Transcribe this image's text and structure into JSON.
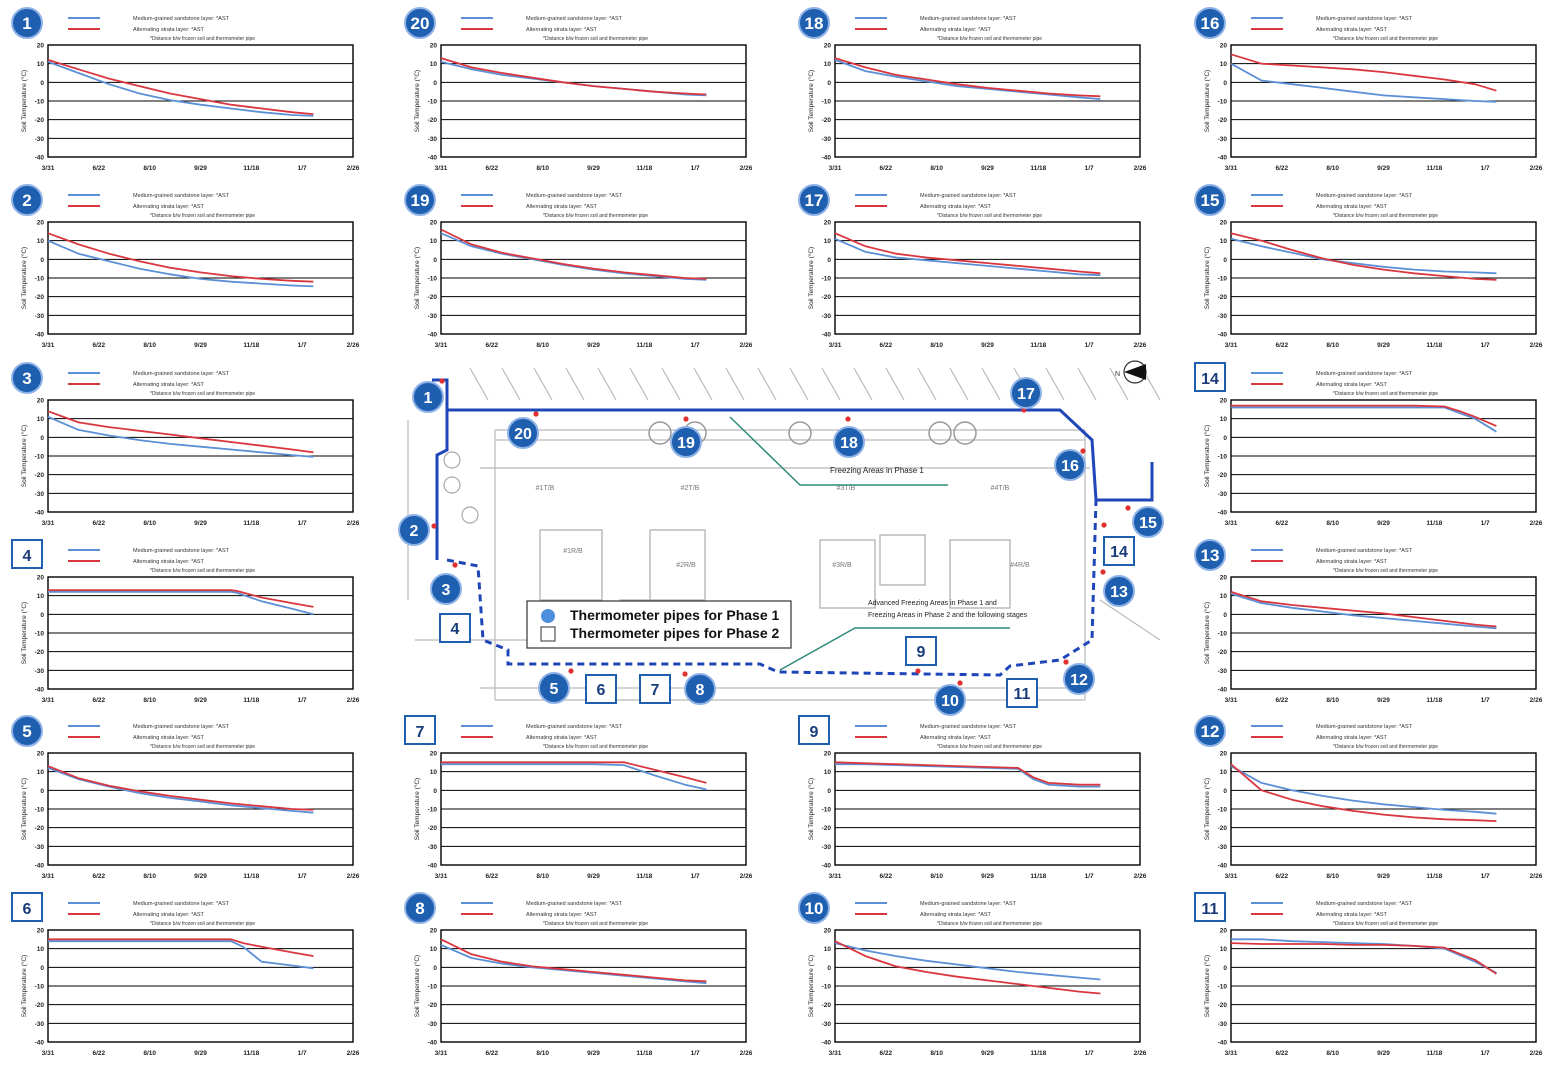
{
  "colors": {
    "series_blue": "#5b8fd6",
    "series_red": "#d9373f",
    "badge_blue": "#1f5fb0",
    "route_blue": "#1f46b8",
    "leader_green": "#2e8b7a",
    "grid": "#000000",
    "map_gray": "#b9b9b9"
  },
  "common": {
    "ylabel": "Soil Temperature (°C)",
    "yticks": [
      "20",
      "10",
      "0",
      "-10",
      "-20",
      "-30",
      "-40"
    ],
    "xticks": [
      "3/31",
      "6/22",
      "8/10",
      "9/29",
      "11/18",
      "1/7",
      "2/26"
    ],
    "legend_blue_text": "Medium-grained sandstone layer: *AST",
    "legend_red_text": "Alternating strata layer: *AST",
    "note_text": "*Distance b/w frozen soil and thermometer pipe"
  },
  "map": {
    "compass": "N",
    "area_phase1": "Freezing Areas in Phase 1",
    "area_phase2_line1": "Advanced Freezing Areas in Phase 1 and",
    "area_phase2_line2": "Freezing Areas in Phase 2 and the following stages",
    "legend_phase1": "Thermometer pipes for Phase 1",
    "legend_phase2": "Thermometer pipes for Phase 2",
    "building_labels": [
      "#1T/B",
      "#2T/B",
      "#3T/B",
      "#4T/B",
      "#1R/B",
      "#2R/B",
      "#3R/B",
      "#4R/B"
    ],
    "markers": [
      {
        "id": "1",
        "shape": "circle"
      },
      {
        "id": "2",
        "shape": "circle"
      },
      {
        "id": "3",
        "shape": "circle"
      },
      {
        "id": "4",
        "shape": "square"
      },
      {
        "id": "5",
        "shape": "circle"
      },
      {
        "id": "6",
        "shape": "square"
      },
      {
        "id": "7",
        "shape": "square"
      },
      {
        "id": "8",
        "shape": "circle"
      },
      {
        "id": "9",
        "shape": "square"
      },
      {
        "id": "10",
        "shape": "circle"
      },
      {
        "id": "11",
        "shape": "square"
      },
      {
        "id": "12",
        "shape": "circle"
      },
      {
        "id": "13",
        "shape": "circle"
      },
      {
        "id": "14",
        "shape": "square"
      },
      {
        "id": "15",
        "shape": "circle"
      },
      {
        "id": "16",
        "shape": "circle"
      },
      {
        "id": "17",
        "shape": "circle"
      },
      {
        "id": "18",
        "shape": "circle"
      },
      {
        "id": "19",
        "shape": "circle"
      },
      {
        "id": "20",
        "shape": "circle"
      }
    ]
  },
  "chart_data": [
    {
      "type": "line",
      "id": "1",
      "badge": "circle",
      "ylim": [
        -40,
        20
      ],
      "x": [
        0,
        0.1,
        0.2,
        0.3,
        0.4,
        0.5,
        0.6,
        0.7,
        0.8,
        0.87
      ],
      "series": [
        {
          "values": [
            11,
            5,
            -1,
            -6,
            -9.5,
            -12,
            -14,
            -16,
            -17.5,
            -18
          ]
        },
        {
          "values": [
            12,
            7,
            2,
            -2,
            -6,
            -9,
            -12,
            -14,
            -16,
            -17
          ]
        }
      ]
    },
    {
      "type": "line",
      "id": "20",
      "badge": "circle",
      "ylim": [
        -40,
        20
      ],
      "x": [
        0,
        0.1,
        0.2,
        0.3,
        0.4,
        0.5,
        0.6,
        0.7,
        0.8,
        0.87
      ],
      "series": [
        {
          "values": [
            11,
            7,
            4,
            2,
            0,
            -2,
            -3.5,
            -5,
            -6.5,
            -7
          ]
        },
        {
          "values": [
            13,
            8,
            5,
            2.5,
            0,
            -2,
            -3.5,
            -5,
            -6,
            -6.5
          ]
        }
      ]
    },
    {
      "type": "line",
      "id": "18",
      "badge": "circle",
      "ylim": [
        -40,
        20
      ],
      "x": [
        0,
        0.1,
        0.2,
        0.3,
        0.4,
        0.5,
        0.6,
        0.7,
        0.8,
        0.87
      ],
      "series": [
        {
          "values": [
            12,
            6,
            3,
            0.5,
            -2,
            -3.5,
            -5,
            -6.5,
            -8,
            -9
          ]
        },
        {
          "values": [
            13,
            8,
            4,
            1.5,
            -1,
            -3,
            -4.5,
            -6,
            -7,
            -7.5
          ]
        }
      ]
    },
    {
      "type": "line",
      "id": "16",
      "badge": "circle",
      "ylim": [
        -40,
        20
      ],
      "x": [
        0,
        0.1,
        0.2,
        0.3,
        0.4,
        0.5,
        0.6,
        0.7,
        0.8,
        0.87
      ],
      "series": [
        {
          "values": [
            10,
            1,
            -1,
            -3,
            -5,
            -7,
            -8,
            -9,
            -10,
            -10.5
          ]
        },
        {
          "values": [
            15,
            10,
            9,
            8,
            7,
            5.5,
            3.5,
            1.5,
            -1,
            -4.5
          ]
        }
      ]
    },
    {
      "type": "line",
      "id": "2",
      "badge": "circle",
      "ylim": [
        -40,
        20
      ],
      "x": [
        0,
        0.1,
        0.2,
        0.3,
        0.4,
        0.5,
        0.6,
        0.7,
        0.8,
        0.87
      ],
      "series": [
        {
          "values": [
            10,
            3,
            -1,
            -5,
            -8,
            -10.5,
            -12,
            -13,
            -14,
            -14.5
          ]
        },
        {
          "values": [
            14,
            8,
            3,
            -1,
            -4.5,
            -7,
            -9,
            -10.5,
            -11.5,
            -12
          ]
        }
      ]
    },
    {
      "type": "line",
      "id": "19",
      "badge": "circle",
      "ylim": [
        -40,
        20
      ],
      "x": [
        0,
        0.1,
        0.2,
        0.3,
        0.4,
        0.5,
        0.6,
        0.7,
        0.8,
        0.87
      ],
      "series": [
        {
          "values": [
            14,
            7,
            3,
            0,
            -3,
            -5.5,
            -7.5,
            -9,
            -10.5,
            -11
          ]
        },
        {
          "values": [
            16,
            8,
            3.5,
            0.5,
            -2.5,
            -5,
            -7,
            -8.5,
            -10,
            -10.5
          ]
        }
      ]
    },
    {
      "type": "line",
      "id": "17",
      "badge": "circle",
      "ylim": [
        -40,
        20
      ],
      "x": [
        0,
        0.1,
        0.2,
        0.3,
        0.4,
        0.5,
        0.6,
        0.7,
        0.8,
        0.87
      ],
      "series": [
        {
          "values": [
            11,
            4,
            1,
            -0.5,
            -2,
            -3.5,
            -5,
            -6.5,
            -8,
            -8.5
          ]
        },
        {
          "values": [
            14,
            7,
            3,
            1,
            -0.5,
            -2,
            -3.5,
            -5,
            -6.5,
            -7.5
          ]
        }
      ]
    },
    {
      "type": "line",
      "id": "15",
      "badge": "circle",
      "ylim": [
        -40,
        20
      ],
      "x": [
        0,
        0.1,
        0.2,
        0.3,
        0.4,
        0.5,
        0.6,
        0.7,
        0.8,
        0.87
      ],
      "series": [
        {
          "values": [
            11,
            7,
            3.5,
            0,
            -2,
            -4,
            -5.5,
            -6.5,
            -7,
            -7.5
          ]
        },
        {
          "values": [
            14,
            10,
            5,
            0.5,
            -3,
            -5.5,
            -7.5,
            -9,
            -10.5,
            -11
          ]
        }
      ]
    },
    {
      "type": "line",
      "id": "3",
      "badge": "circle",
      "ylim": [
        -40,
        20
      ],
      "x": [
        0,
        0.1,
        0.2,
        0.3,
        0.4,
        0.5,
        0.6,
        0.7,
        0.8,
        0.87
      ],
      "series": [
        {
          "values": [
            11,
            4,
            1,
            -1.5,
            -3.5,
            -5,
            -6.5,
            -8,
            -9.5,
            -10.5
          ]
        },
        {
          "values": [
            14,
            8,
            5.5,
            3.5,
            1.5,
            -0.5,
            -2.5,
            -4.5,
            -6.5,
            -8
          ]
        }
      ]
    },
    {
      "type": "line",
      "id": "14",
      "badge": "square",
      "ylim": [
        -40,
        20
      ],
      "x": [
        0,
        0.1,
        0.2,
        0.3,
        0.4,
        0.5,
        0.6,
        0.7,
        0.75,
        0.8,
        0.87
      ],
      "series": [
        {
          "values": [
            16,
            16,
            16,
            16,
            16,
            16,
            16,
            16,
            13,
            10,
            3
          ]
        },
        {
          "values": [
            17,
            17,
            17,
            17,
            17,
            17,
            17,
            16.5,
            14,
            11,
            6
          ]
        }
      ]
    },
    {
      "type": "line",
      "id": "4",
      "badge": "square",
      "ylim": [
        -40,
        20
      ],
      "x": [
        0,
        0.1,
        0.2,
        0.3,
        0.4,
        0.5,
        0.6,
        0.62,
        0.7,
        0.8,
        0.87
      ],
      "series": [
        {
          "values": [
            12,
            12,
            12,
            12,
            12,
            12,
            12,
            11.5,
            7,
            3,
            0
          ]
        },
        {
          "values": [
            13,
            13,
            13,
            13,
            13,
            13,
            13,
            12.5,
            9,
            6,
            4
          ]
        }
      ]
    },
    {
      "type": "line",
      "id": "13",
      "badge": "circle",
      "ylim": [
        -40,
        20
      ],
      "x": [
        0,
        0.1,
        0.2,
        0.3,
        0.4,
        0.5,
        0.6,
        0.7,
        0.8,
        0.87
      ],
      "series": [
        {
          "values": [
            11,
            6,
            3.5,
            1.5,
            -0.5,
            -2,
            -3.5,
            -5,
            -6.5,
            -7.5
          ]
        },
        {
          "values": [
            12,
            7,
            5,
            3.5,
            2,
            0.5,
            -1.5,
            -3.5,
            -5.5,
            -6.5
          ]
        }
      ]
    },
    {
      "type": "line",
      "id": "5",
      "badge": "circle",
      "ylim": [
        -40,
        20
      ],
      "x": [
        0,
        0.1,
        0.2,
        0.3,
        0.4,
        0.5,
        0.6,
        0.7,
        0.8,
        0.87
      ],
      "series": [
        {
          "values": [
            12,
            6,
            2,
            -1.5,
            -4,
            -6,
            -8,
            -9.5,
            -11,
            -12
          ]
        },
        {
          "values": [
            13,
            6.5,
            2.5,
            -0.5,
            -3,
            -5,
            -7,
            -8.5,
            -10,
            -10.5
          ]
        }
      ]
    },
    {
      "type": "line",
      "id": "7",
      "badge": "square",
      "ylim": [
        -40,
        20
      ],
      "x": [
        0,
        0.1,
        0.2,
        0.3,
        0.4,
        0.5,
        0.6,
        0.7,
        0.8,
        0.87
      ],
      "series": [
        {
          "values": [
            14,
            14,
            14,
            14,
            14,
            14,
            13.5,
            8,
            3,
            0.5
          ]
        },
        {
          "values": [
            15,
            15,
            15,
            15,
            15,
            15,
            15,
            11,
            7,
            4
          ]
        }
      ]
    },
    {
      "type": "line",
      "id": "9",
      "badge": "square",
      "ylim": [
        -40,
        20
      ],
      "x": [
        0,
        0.1,
        0.2,
        0.3,
        0.4,
        0.5,
        0.6,
        0.65,
        0.7,
        0.8,
        0.87
      ],
      "series": [
        {
          "values": [
            14,
            14,
            13.5,
            13,
            12.5,
            12,
            11.5,
            6,
            3,
            2,
            2
          ]
        },
        {
          "values": [
            15,
            14.5,
            14,
            13.5,
            13,
            12.5,
            12,
            7,
            4,
            3,
            3
          ]
        }
      ]
    },
    {
      "type": "line",
      "id": "12",
      "badge": "circle",
      "ylim": [
        -40,
        20
      ],
      "x": [
        0,
        0.1,
        0.2,
        0.3,
        0.4,
        0.5,
        0.6,
        0.7,
        0.8,
        0.87
      ],
      "series": [
        {
          "values": [
            13,
            4,
            0,
            -3,
            -5.5,
            -7.5,
            -9,
            -10.5,
            -11.5,
            -12.5
          ]
        },
        {
          "values": [
            14,
            0,
            -5,
            -8.5,
            -11,
            -13,
            -14.5,
            -15.5,
            -16,
            -16.5
          ]
        }
      ]
    },
    {
      "type": "line",
      "id": "6",
      "badge": "square",
      "ylim": [
        -40,
        20
      ],
      "x": [
        0,
        0.1,
        0.2,
        0.3,
        0.4,
        0.5,
        0.6,
        0.64,
        0.7,
        0.8,
        0.87
      ],
      "series": [
        {
          "values": [
            14,
            14,
            14,
            14,
            14,
            14,
            14,
            11,
            3,
            1,
            -0.5
          ]
        },
        {
          "values": [
            15,
            15,
            15,
            15,
            15,
            15,
            15,
            13,
            11,
            8,
            6
          ]
        }
      ]
    },
    {
      "type": "line",
      "id": "8",
      "badge": "circle",
      "ylim": [
        -40,
        20
      ],
      "x": [
        0,
        0.1,
        0.2,
        0.3,
        0.4,
        0.5,
        0.6,
        0.7,
        0.8,
        0.87
      ],
      "series": [
        {
          "values": [
            12,
            5,
            2,
            0,
            -1.5,
            -3,
            -4.5,
            -6,
            -7.5,
            -8.5
          ]
        },
        {
          "values": [
            15,
            7,
            3,
            0.5,
            -1,
            -2.5,
            -4,
            -5.5,
            -7,
            -7.5
          ]
        }
      ]
    },
    {
      "type": "line",
      "id": "10",
      "badge": "circle",
      "ylim": [
        -40,
        20
      ],
      "x": [
        0,
        0.1,
        0.2,
        0.3,
        0.4,
        0.5,
        0.6,
        0.7,
        0.8,
        0.87
      ],
      "series": [
        {
          "values": [
            13,
            9,
            6,
            3.5,
            1.5,
            -0.5,
            -2.5,
            -4,
            -5.5,
            -6.5
          ]
        },
        {
          "values": [
            14,
            6,
            0.5,
            -2.5,
            -5,
            -7,
            -9,
            -11,
            -13,
            -14
          ]
        }
      ]
    },
    {
      "type": "line",
      "id": "11",
      "badge": "square",
      "ylim": [
        -40,
        20
      ],
      "x": [
        0,
        0.1,
        0.2,
        0.3,
        0.4,
        0.5,
        0.6,
        0.7,
        0.8,
        0.87
      ],
      "series": [
        {
          "values": [
            15,
            15,
            14,
            13.5,
            13,
            12.5,
            11.5,
            10,
            3,
            -3
          ]
        },
        {
          "values": [
            13,
            12.5,
            12.5,
            12.5,
            12,
            12,
            11.5,
            10.5,
            4,
            -3.5
          ]
        }
      ]
    }
  ]
}
